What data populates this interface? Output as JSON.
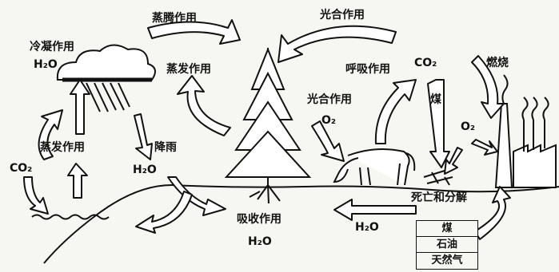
{
  "labels": {
    "transpiration": "蒸腾作用",
    "photosynthesis_top": "光合作用",
    "condensation": "冷凝作用",
    "h2o_cloud": "H₂O",
    "evaporation_tree": "蒸发作用",
    "respiration": "呼吸作用",
    "co2_right": "CO₂",
    "combustion": "燃烧",
    "photosynthesis_mid": "光合作用",
    "o2_mid": "O₂",
    "coal_vertical": "煤",
    "o2_right": "O₂",
    "evaporation_left": "蒸发作用",
    "co2_left": "CO₂",
    "rain": "降雨",
    "h2o_rain": "H₂O",
    "death_decomposition": "死亡和分解",
    "absorption": "吸收作用",
    "h2o_absorption": "H₂O",
    "h2o_ground": "H₂O"
  },
  "fossil_fuels": [
    "煤",
    "石油",
    "天然气"
  ],
  "colors": {
    "ink": "#111111",
    "background": "#f6f6f2"
  }
}
